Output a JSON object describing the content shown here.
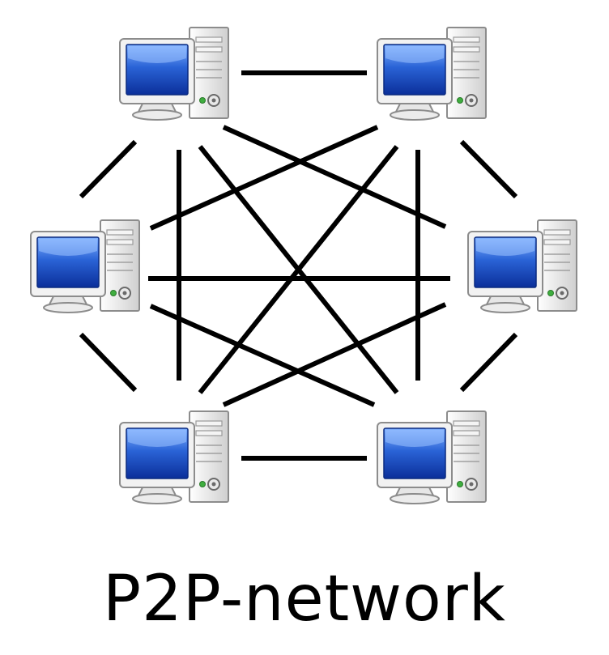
{
  "caption": "P2P-network",
  "colors": {
    "link": "#000000",
    "screen": "#1f57c9",
    "screen_highlight": "#6fa2ff",
    "casing": "#e8e8e8",
    "casing_edge": "#9a9a9a",
    "power_led": "#3fae3f"
  },
  "nodes": [
    {
      "id": "pc-top-left",
      "icon": "desktop-computer-icon"
    },
    {
      "id": "pc-top-right",
      "icon": "desktop-computer-icon"
    },
    {
      "id": "pc-middle-left",
      "icon": "desktop-computer-icon"
    },
    {
      "id": "pc-middle-right",
      "icon": "desktop-computer-icon"
    },
    {
      "id": "pc-bottom-left",
      "icon": "desktop-computer-icon"
    },
    {
      "id": "pc-bottom-right",
      "icon": "desktop-computer-icon"
    }
  ],
  "links": [
    [
      "pc-top-left",
      "pc-top-right"
    ],
    [
      "pc-bottom-left",
      "pc-bottom-right"
    ],
    [
      "pc-top-left",
      "pc-middle-left"
    ],
    [
      "pc-top-right",
      "pc-middle-right"
    ],
    [
      "pc-middle-left",
      "pc-bottom-left"
    ],
    [
      "pc-middle-right",
      "pc-bottom-right"
    ],
    [
      "pc-top-left",
      "pc-bottom-left"
    ],
    [
      "pc-top-right",
      "pc-bottom-right"
    ],
    [
      "pc-middle-left",
      "pc-middle-right"
    ],
    [
      "pc-top-left",
      "pc-middle-right"
    ],
    [
      "pc-top-left",
      "pc-bottom-right"
    ],
    [
      "pc-top-right",
      "pc-middle-left"
    ],
    [
      "pc-top-right",
      "pc-bottom-left"
    ],
    [
      "pc-middle-left",
      "pc-bottom-right"
    ],
    [
      "pc-middle-right",
      "pc-bottom-left"
    ]
  ]
}
